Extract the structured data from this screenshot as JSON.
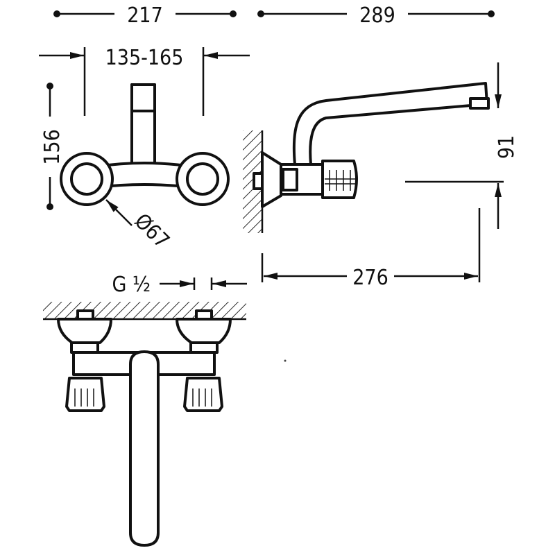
{
  "dimensions": {
    "overall_width_front": "217",
    "overall_projection": "289",
    "centers": "135-165",
    "height": "156",
    "rosette_diameter": "Ø67",
    "spout_height": "91",
    "spout_reach": "276",
    "thread_letter": "G",
    "thread_fraction": "½"
  },
  "colors": {
    "line": "#111111",
    "background": "#ffffff"
  }
}
